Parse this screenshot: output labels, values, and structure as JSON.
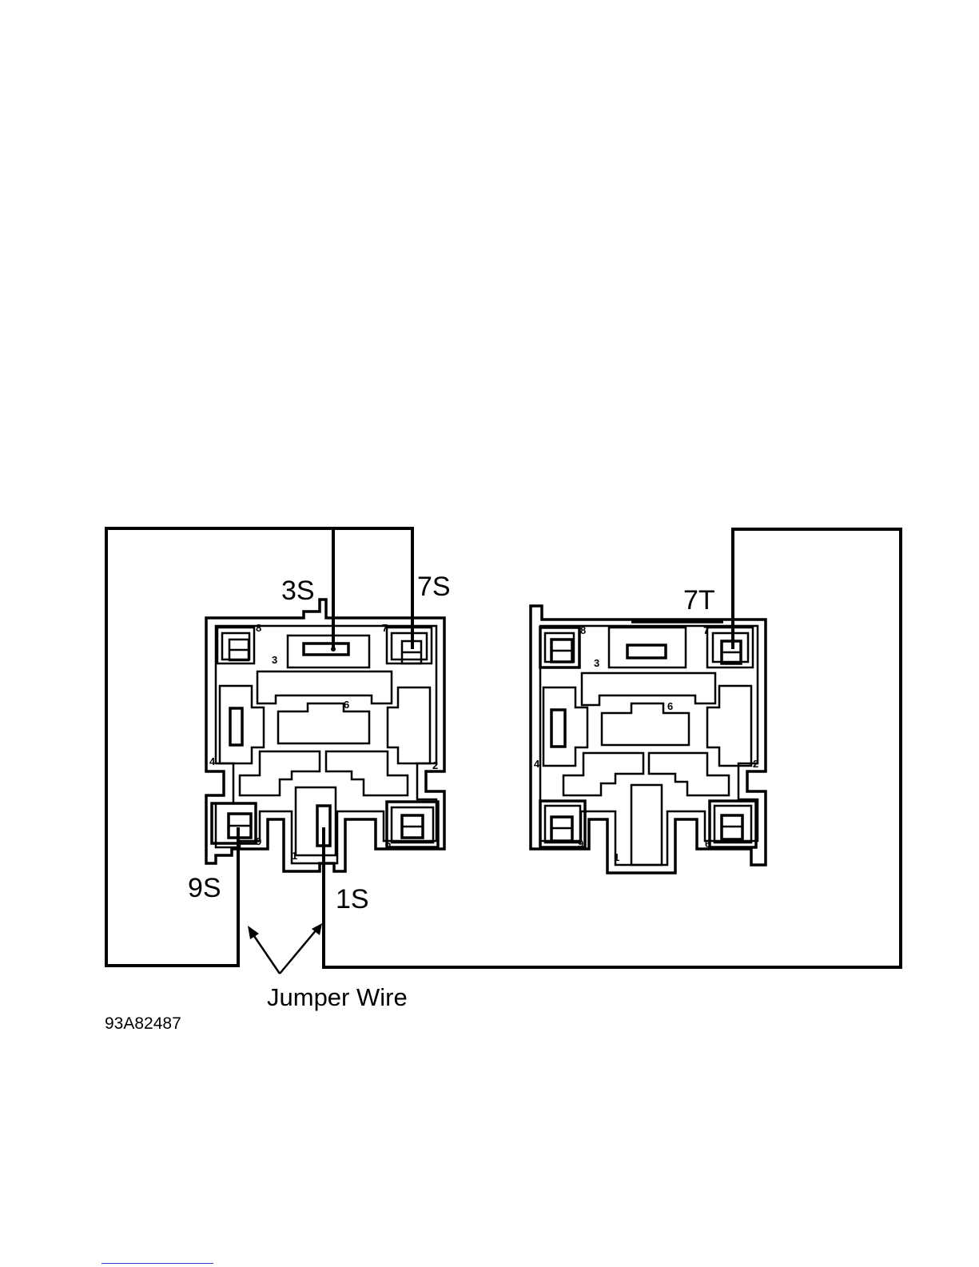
{
  "labels": {
    "left_terminal_3": "3S",
    "left_terminal_7": "7S",
    "left_terminal_9": "9S",
    "left_terminal_1": "1S",
    "right_terminal_7": "7T",
    "jumper_wire": "Jumper Wire",
    "figure_id": "93A82487"
  },
  "connector_left_pins": [
    "8",
    "7",
    "3",
    "6",
    "4",
    "2",
    "9",
    "1",
    "6"
  ],
  "connector_right_pins": [
    "8",
    "7",
    "3",
    "6",
    "4",
    "2",
    "9",
    "1",
    "6"
  ]
}
